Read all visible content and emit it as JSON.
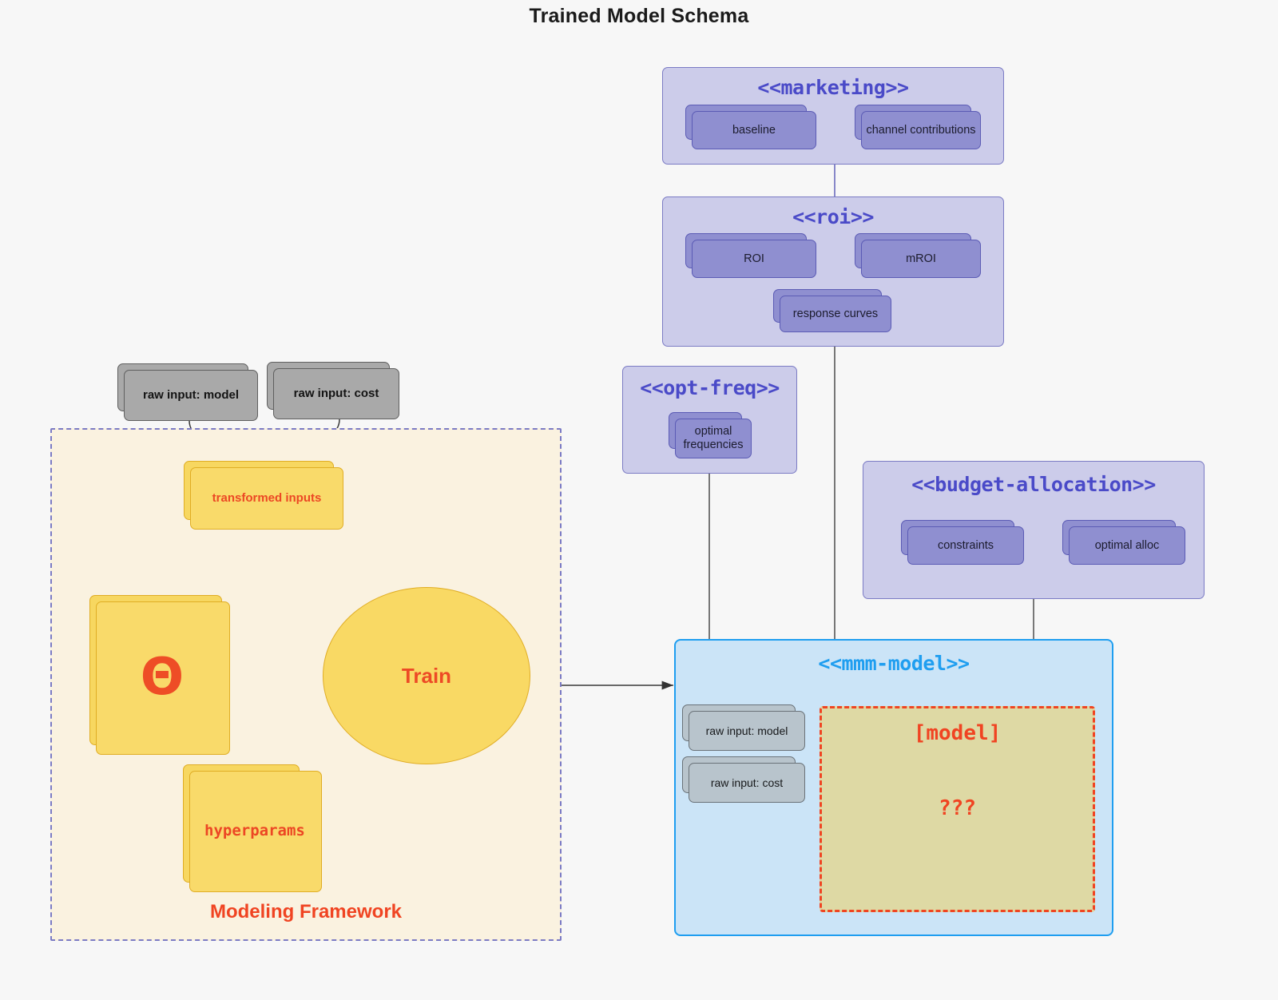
{
  "title": "Trained Model Schema",
  "packages": {
    "marketing": {
      "label": "<<marketing>>",
      "nodes": [
        {
          "label": "baseline"
        },
        {
          "label": "channel contributions"
        }
      ]
    },
    "roi": {
      "label": "<<roi>>",
      "nodes": [
        {
          "label": "ROI"
        },
        {
          "label": "mROI"
        },
        {
          "label": "response curves"
        }
      ]
    },
    "opt_freq": {
      "label": "<<opt-freq>>",
      "nodes": [
        {
          "label": "optimal frequencies"
        }
      ]
    },
    "budget_allocation": {
      "label": "<<budget-allocation>>",
      "nodes": [
        {
          "label": "constraints"
        },
        {
          "label": "optimal alloc"
        }
      ]
    },
    "mmm_model": {
      "label": "<<mmm-model>>",
      "inputs": [
        {
          "label": "raw input: model"
        },
        {
          "label": "raw input: cost"
        }
      ],
      "inner": {
        "title": "[model]",
        "body": "???"
      }
    }
  },
  "raw_inputs": [
    {
      "label": "raw input: model"
    },
    {
      "label": "raw input: cost"
    }
  ],
  "modeling_framework": {
    "label": "Modeling Framework",
    "transformed_inputs": "transformed inputs",
    "theta": "Θ",
    "hyperparams": "hyperparams",
    "train": "Train"
  },
  "colors": {
    "background": "#f7f7f7",
    "package_fill": "#ccccea",
    "package_border": "#7b7bc4",
    "package_title": "#4a4ac8",
    "node_fill": "#8f8fd0",
    "node_border": "#5b5bb5",
    "gray_node_fill": "#a9a9a9",
    "gray_node_border": "#5f5f5f",
    "mmm_fill": "#cbe4f7",
    "mmm_border": "#1f9ef0",
    "mmm_title": "#1f9ef0",
    "inner_fill": "#ded9a4",
    "inner_border": "#f04422",
    "framework_fill": "#faf2e0",
    "framework_border": "#7b7bc4",
    "yellow_fill": "#f9da6a",
    "yellow_border": "#e0ad24",
    "accent_red": "#f04422"
  }
}
